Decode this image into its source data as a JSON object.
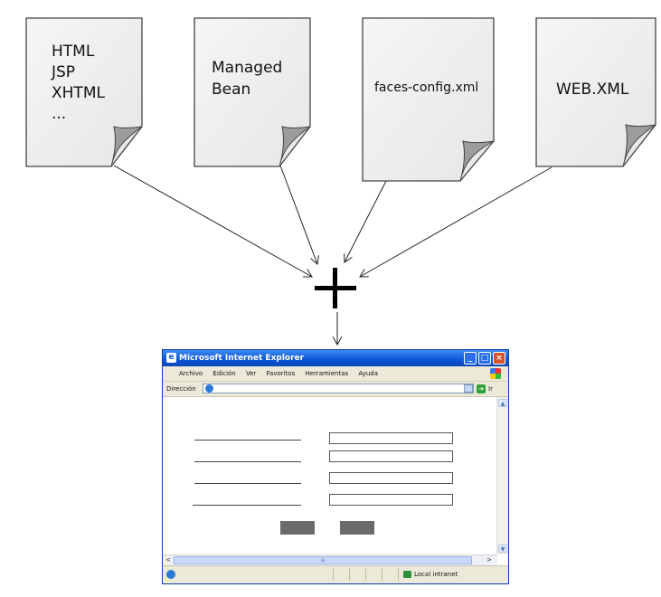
{
  "documents": [
    {
      "lines": [
        "HTML",
        "JSP",
        "XHTML",
        "..."
      ]
    },
    {
      "lines": [
        "Managed",
        "Bean"
      ]
    },
    {
      "lines": [
        "faces-config.xml"
      ]
    },
    {
      "lines": [
        "WEB.XML"
      ]
    }
  ],
  "combine_symbol": "+",
  "browser": {
    "title": "Microsoft Internet Explorer",
    "menu": [
      "Archivo",
      "Edición",
      "Ver",
      "Favoritos",
      "Herramientas",
      "Ayuda"
    ],
    "address_label": "Dirección",
    "go_label": "Ir",
    "status_zone": "Local intranet",
    "form_rows": 4,
    "form_buttons": 2
  },
  "colors": {
    "titlebar": "#0b55d9",
    "document_fill": "#f2f2f2",
    "button_fill": "#6b6b6b"
  }
}
